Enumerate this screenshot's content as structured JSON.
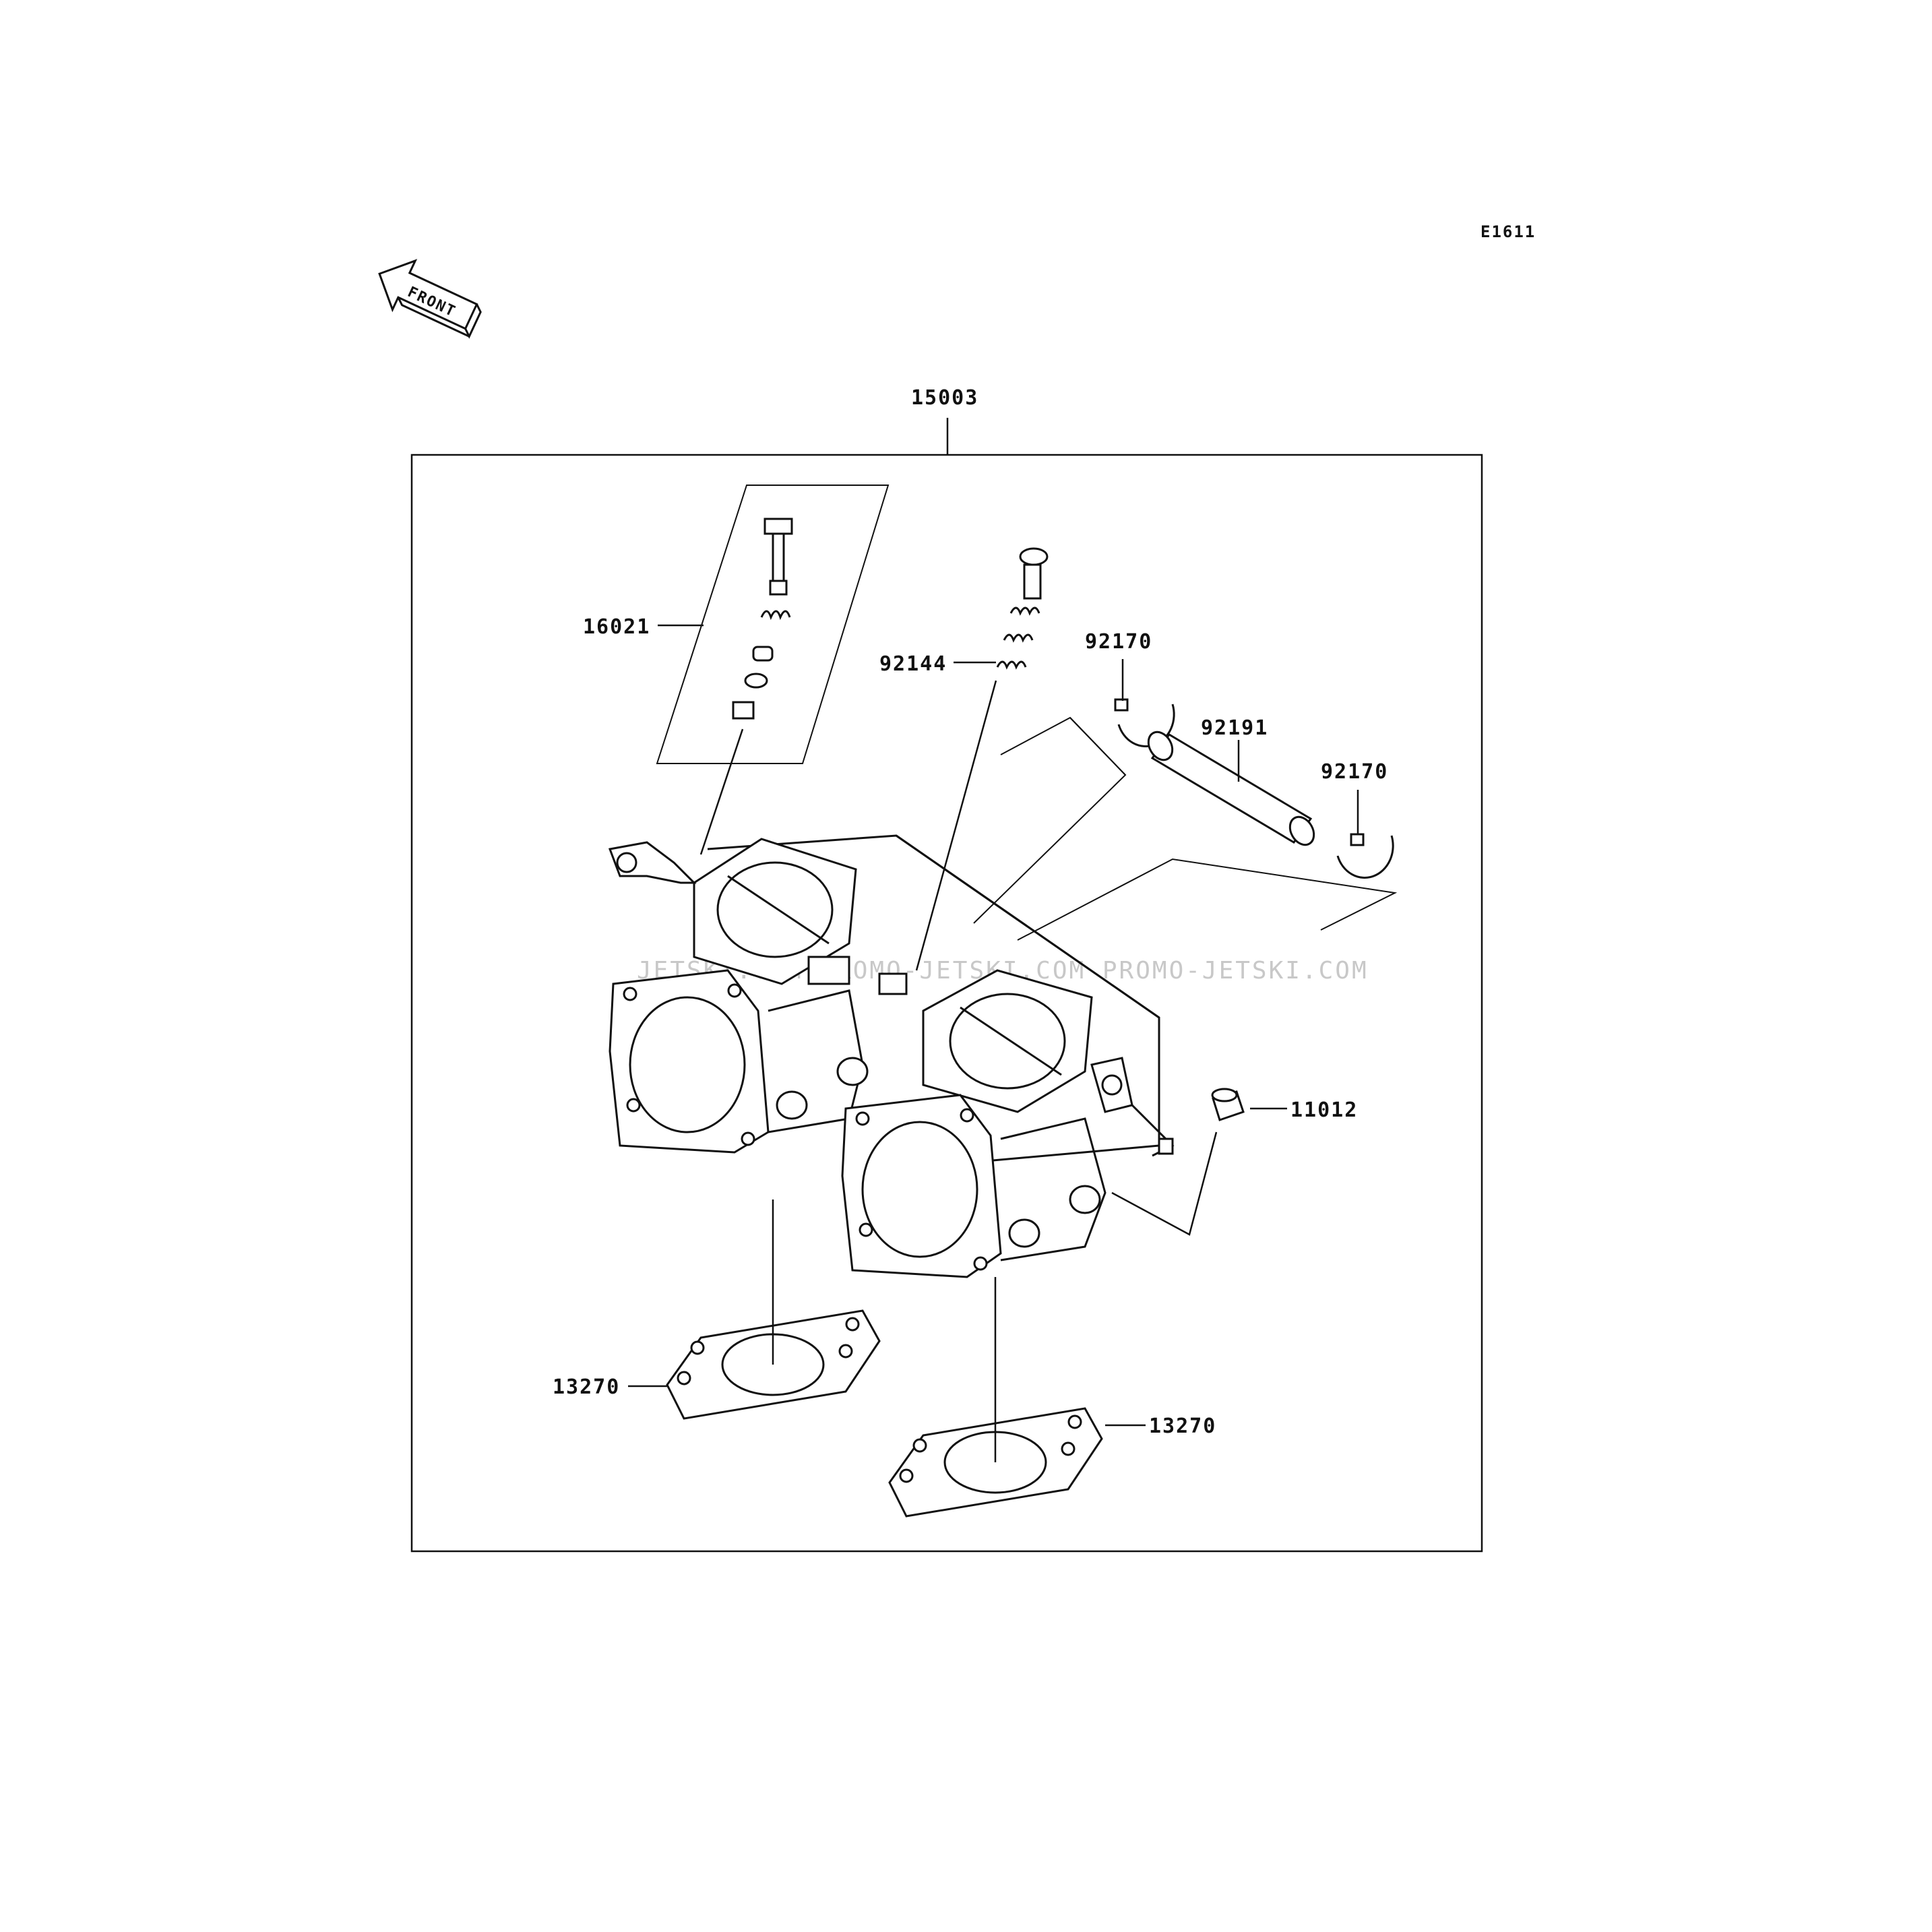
{
  "diagram": {
    "drawing_code": "E1611",
    "front_label": "FRONT",
    "watermark": "JETSKI.COM  PROMO-JETSKI.COM  PROMO-JETSKI.COM",
    "assembly_number": "15003",
    "callouts": [
      {
        "id": "c16021",
        "number": "16021"
      },
      {
        "id": "c92144",
        "number": "92144"
      },
      {
        "id": "c92170a",
        "number": "92170"
      },
      {
        "id": "c92191",
        "number": "92191"
      },
      {
        "id": "c92170b",
        "number": "92170"
      },
      {
        "id": "c11012",
        "number": "11012"
      },
      {
        "id": "c13270a",
        "number": "13270"
      },
      {
        "id": "c13270b",
        "number": "13270"
      }
    ]
  }
}
